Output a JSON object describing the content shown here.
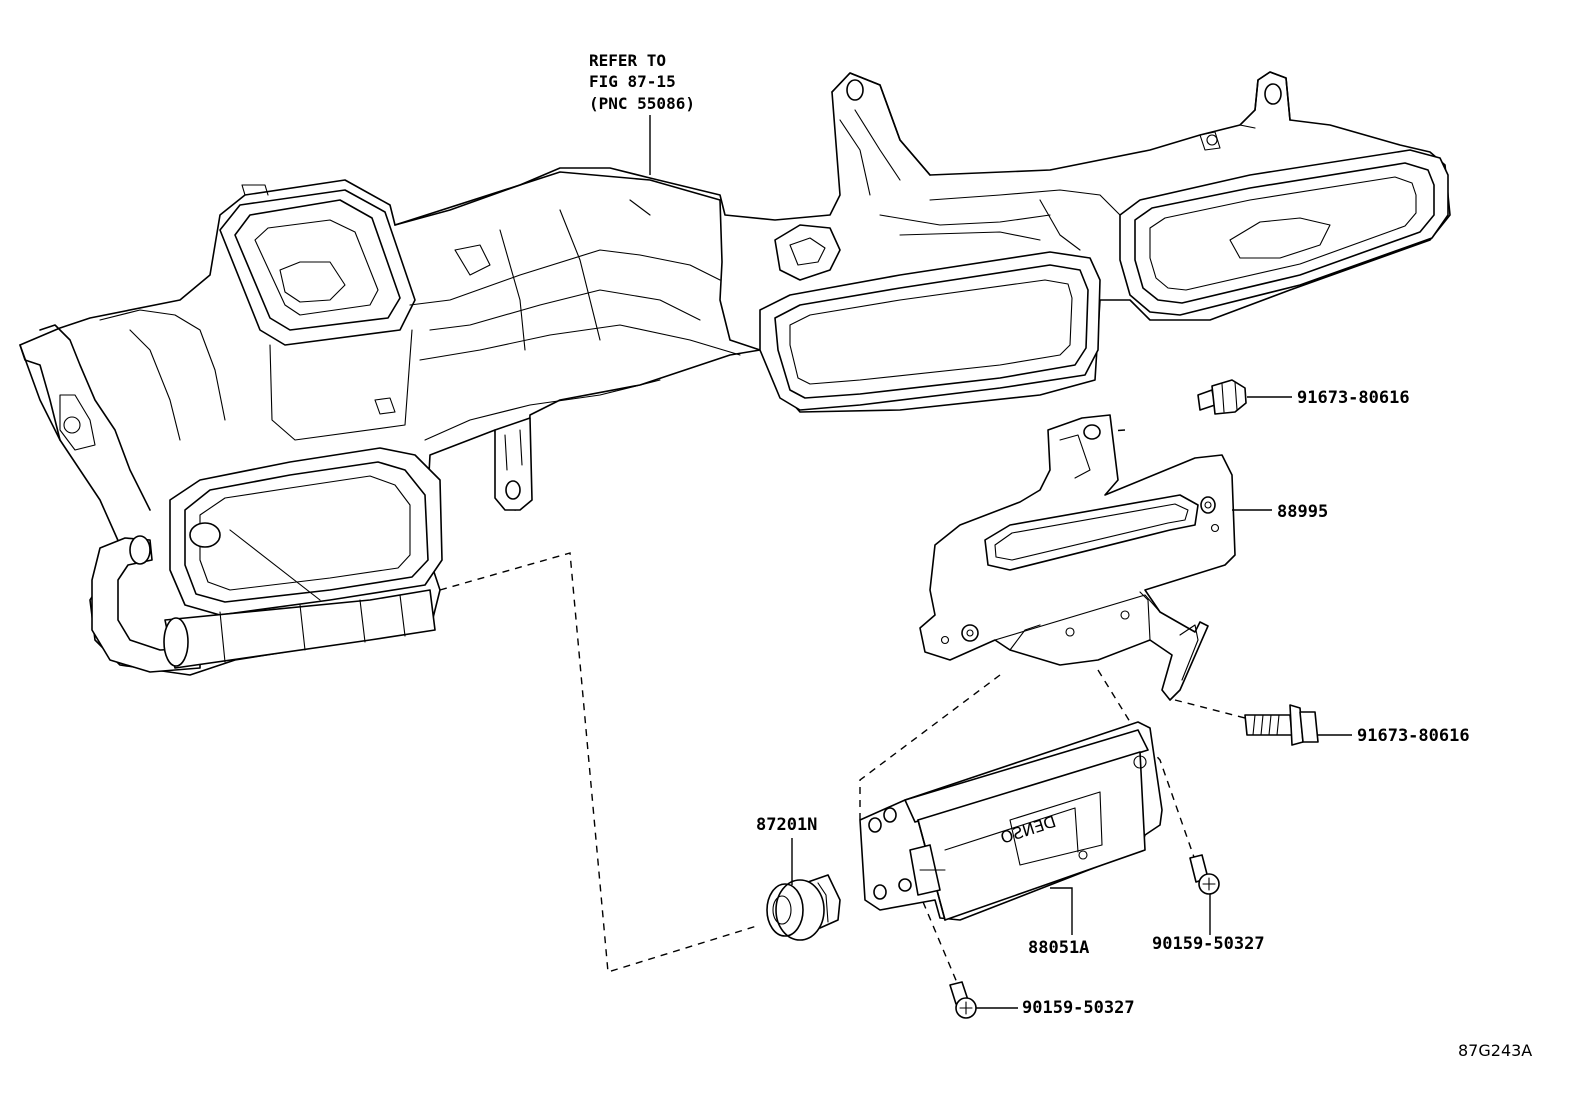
{
  "reference_note": {
    "line1": "REFER TO",
    "line2": "FIG 87-15",
    "line3": "(PNC 55086)"
  },
  "callouts": {
    "bolt_upper": "91673-80616",
    "bracket": "88995",
    "bolt_side": "91673-80616",
    "cushion": "87201N",
    "computer": "88051A",
    "screw_right": "90159-50327",
    "screw_bottom": "90159-50327"
  },
  "figure_code": "87G243A",
  "computer_label": "DENSO"
}
